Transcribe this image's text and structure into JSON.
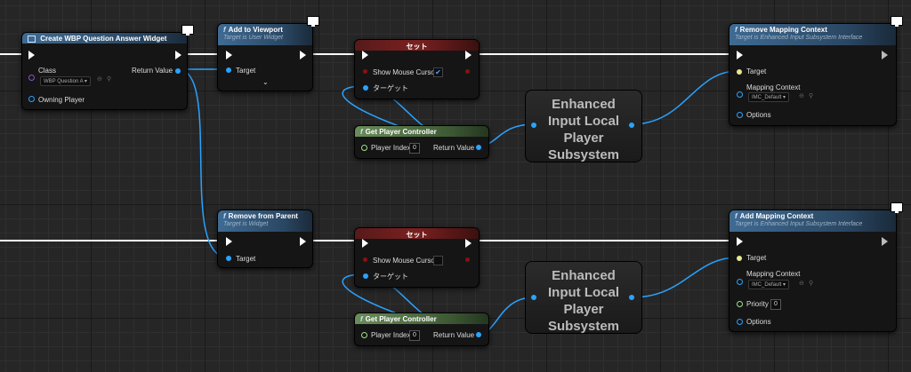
{
  "nodes": {
    "create_widget": {
      "title": "Create WBP Question Answer Widget",
      "class_label": "Class",
      "class_value": "WBP Question A",
      "return_label": "Return Value",
      "owning_label": "Owning Player"
    },
    "add_viewport": {
      "title": "Add to Viewport",
      "subtitle": "Target is User Widget",
      "target_label": "Target"
    },
    "set_top": {
      "title": "セット",
      "show_mouse_label": "Show Mouse Cursor",
      "show_mouse_checked": "✔",
      "target_label": "ターゲット"
    },
    "get_pc_top": {
      "title": "Get Player Controller",
      "player_index_label": "Player Index",
      "player_index_value": "0",
      "return_label": "Return Value"
    },
    "eils_top": {
      "line1": "Enhanced",
      "line2": "Input Local",
      "line3": "Player",
      "line4": "Subsystem"
    },
    "remove_mapping": {
      "title": "Remove Mapping Context",
      "subtitle": "Target is Enhanced Input Subsystem Interface",
      "target_label": "Target",
      "mapping_label": "Mapping Context",
      "mapping_value": "IMC_Default",
      "options_label": "Options"
    },
    "remove_parent": {
      "title": "Remove from Parent",
      "subtitle": "Target is Widget",
      "target_label": "Target"
    },
    "set_bottom": {
      "title": "セット",
      "show_mouse_label": "Show Mouse Cursor",
      "target_label": "ターゲット"
    },
    "get_pc_bottom": {
      "title": "Get Player Controller",
      "player_index_label": "Player Index",
      "player_index_value": "0",
      "return_label": "Return Value"
    },
    "eils_bottom": {
      "line1": "Enhanced",
      "line2": "Input Local",
      "line3": "Player",
      "line4": "Subsystem"
    },
    "add_mapping": {
      "title": "Add Mapping Context",
      "subtitle": "Target is Enhanced Input Subsystem Interface",
      "target_label": "Target",
      "mapping_label": "Mapping Context",
      "mapping_value": "IMC_Default",
      "priority_label": "Priority",
      "priority_value": "0",
      "options_label": "Options"
    }
  },
  "icons": {
    "function": "function-icon",
    "monitor": "monitor-icon",
    "widget": "widget-icon",
    "search": "search-icon",
    "browse": "browse-icon",
    "chevron": "chevron-down-icon"
  },
  "colors": {
    "exec_wire": "#ffffff",
    "object_wire": "#2aa3ff",
    "target_pin": "#e8e890",
    "int_pin": "#9fe08a"
  }
}
